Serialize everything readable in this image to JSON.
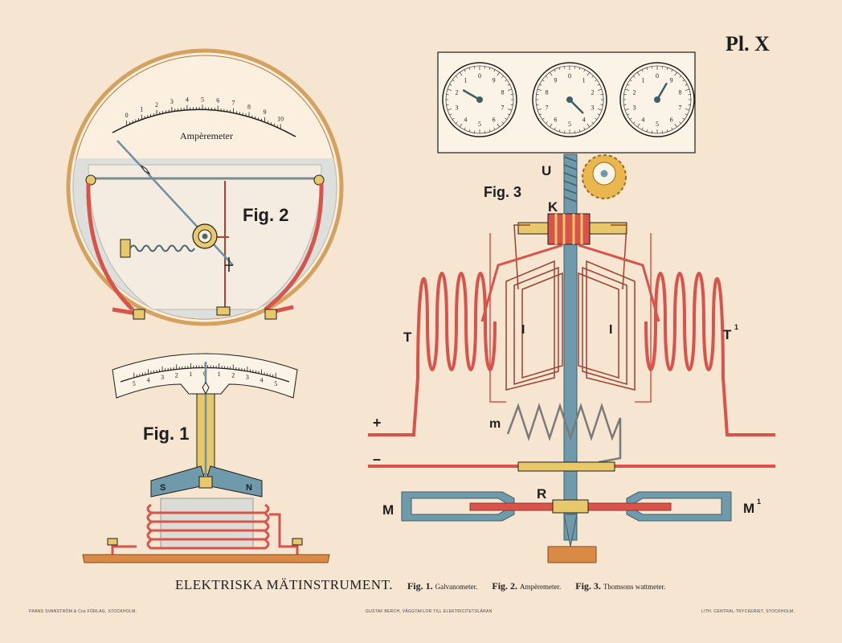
{
  "plate": "Pl. X",
  "title": "ELEKTRISKA MÄTINSTRUMENT.",
  "captions": [
    {
      "fig": "Fig. 1.",
      "desc": "Galvanometer."
    },
    {
      "fig": "Fig. 2.",
      "desc": "Ampèremeter."
    },
    {
      "fig": "Fig. 3.",
      "desc": "Thomsons wattmeter."
    }
  ],
  "footer": {
    "left": "FRANS SVANSTRÖM & Cos FÖRLAG, STOCKHOLM.",
    "center": "GUSTAF BERCH, VÄGGTAFLOR TILL ELEKTRICITETSLÄRAN",
    "right": "LITH. CENTRAL-TRYCKERIET, STOCKHOLM."
  },
  "fig1": {
    "label": "Fig. 1",
    "scale_ticks": [
      "5",
      "4",
      "3",
      "2",
      "1",
      "0",
      "1",
      "2",
      "3",
      "4",
      "5"
    ],
    "pole_s": "S",
    "pole_n": "N"
  },
  "fig2": {
    "label": "Fig. 2",
    "scale_title": "Ampèremeter",
    "scale_ticks": [
      "0",
      "1",
      "2",
      "3",
      "4",
      "5",
      "6",
      "7",
      "8",
      "9",
      "10"
    ]
  },
  "fig3": {
    "label": "Fig. 3",
    "dials": [
      [
        "0",
        "9",
        "8",
        "7",
        "6",
        "5",
        "4",
        "3",
        "2",
        "1"
      ],
      [
        "0",
        "1",
        "2",
        "3",
        "4",
        "5",
        "6",
        "7",
        "8",
        "9"
      ],
      [
        "0",
        "9",
        "8",
        "7",
        "6",
        "5",
        "4",
        "3",
        "2",
        "1"
      ]
    ],
    "letters": {
      "U": "U",
      "K": "K",
      "T": "T",
      "T1": "T",
      "I_left": "I",
      "I_right": "I",
      "m": "m",
      "plus": "+",
      "minus": "–",
      "M": "M",
      "M1": "M",
      "R": "R",
      "sup": "1"
    }
  },
  "colors": {
    "paper": "#f6e5d0",
    "copper": "#d9534a",
    "steel": "#6e9aab",
    "brass": "#e7c86a",
    "wood": "#d98a45",
    "ink": "#1e1e1e"
  }
}
